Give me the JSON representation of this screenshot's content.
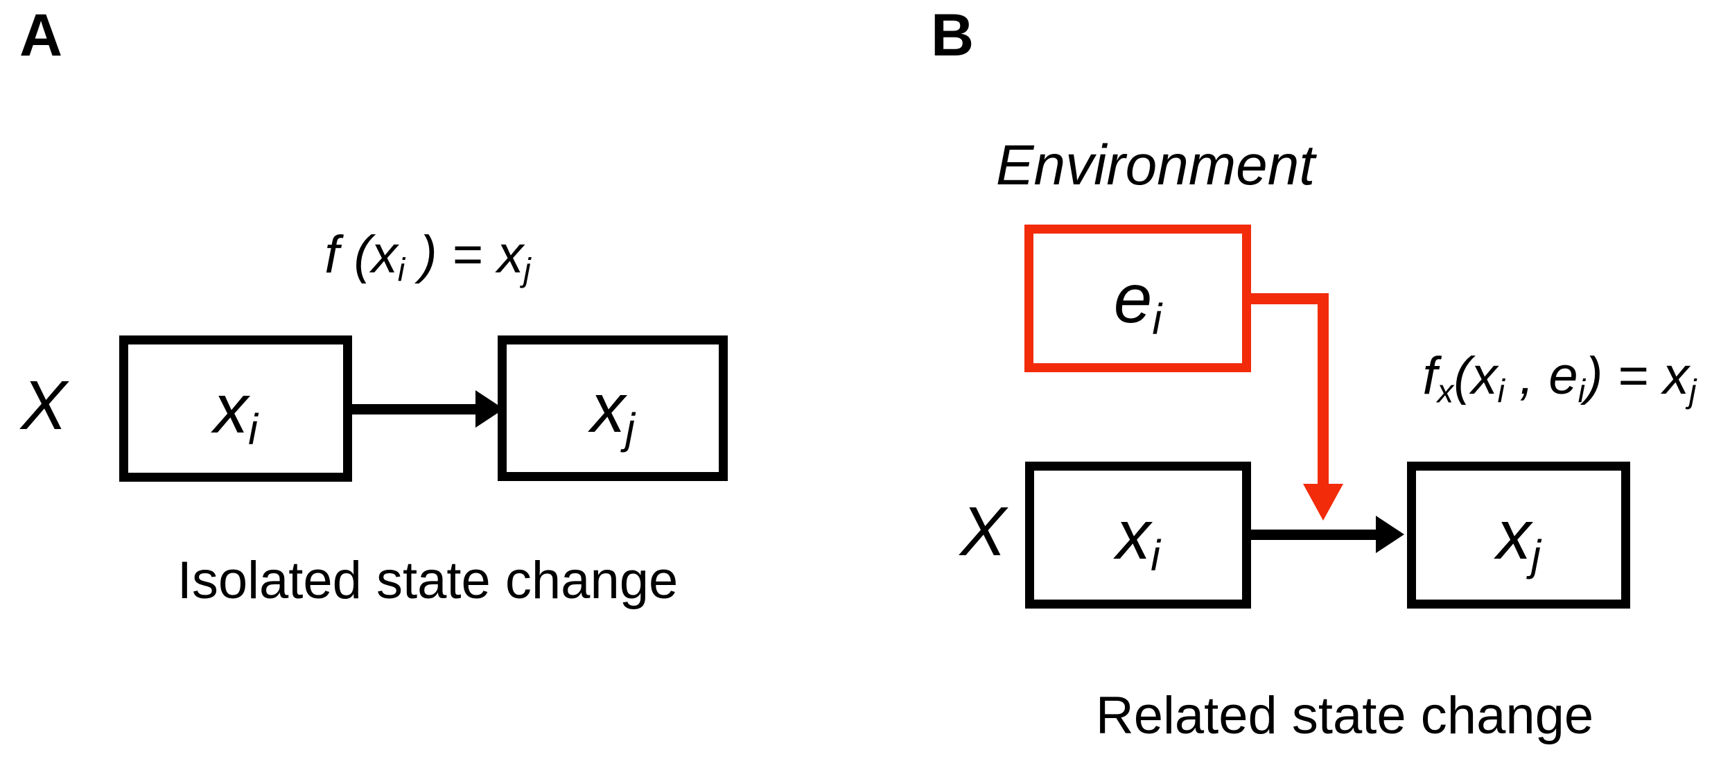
{
  "figure": {
    "colors": {
      "black": "#000000",
      "red": "#F22B0A",
      "background": "#FFFFFF"
    },
    "panel_a": {
      "label": "A",
      "formula": {
        "t1": "f (x",
        "s1": "i",
        "t2": " ) = x",
        "s2": "j"
      },
      "set_label": "X",
      "box1": {
        "base": "x",
        "sub": "i"
      },
      "box2": {
        "base": "x",
        "sub": "j"
      },
      "caption": "Isolated state change"
    },
    "panel_b": {
      "label": "B",
      "environment_label": "Environment",
      "env_box": {
        "base": "e",
        "sub": "i"
      },
      "formula": {
        "t1": "f",
        "s1": "x",
        "t2": "(x",
        "s2": "i",
        "t3": " , e",
        "s3": "i",
        "t4": ") = x",
        "s4": "j"
      },
      "set_label": "X",
      "box1": {
        "base": "x",
        "sub": "i"
      },
      "box2": {
        "base": "x",
        "sub": "j"
      },
      "caption": "Related state change"
    }
  }
}
